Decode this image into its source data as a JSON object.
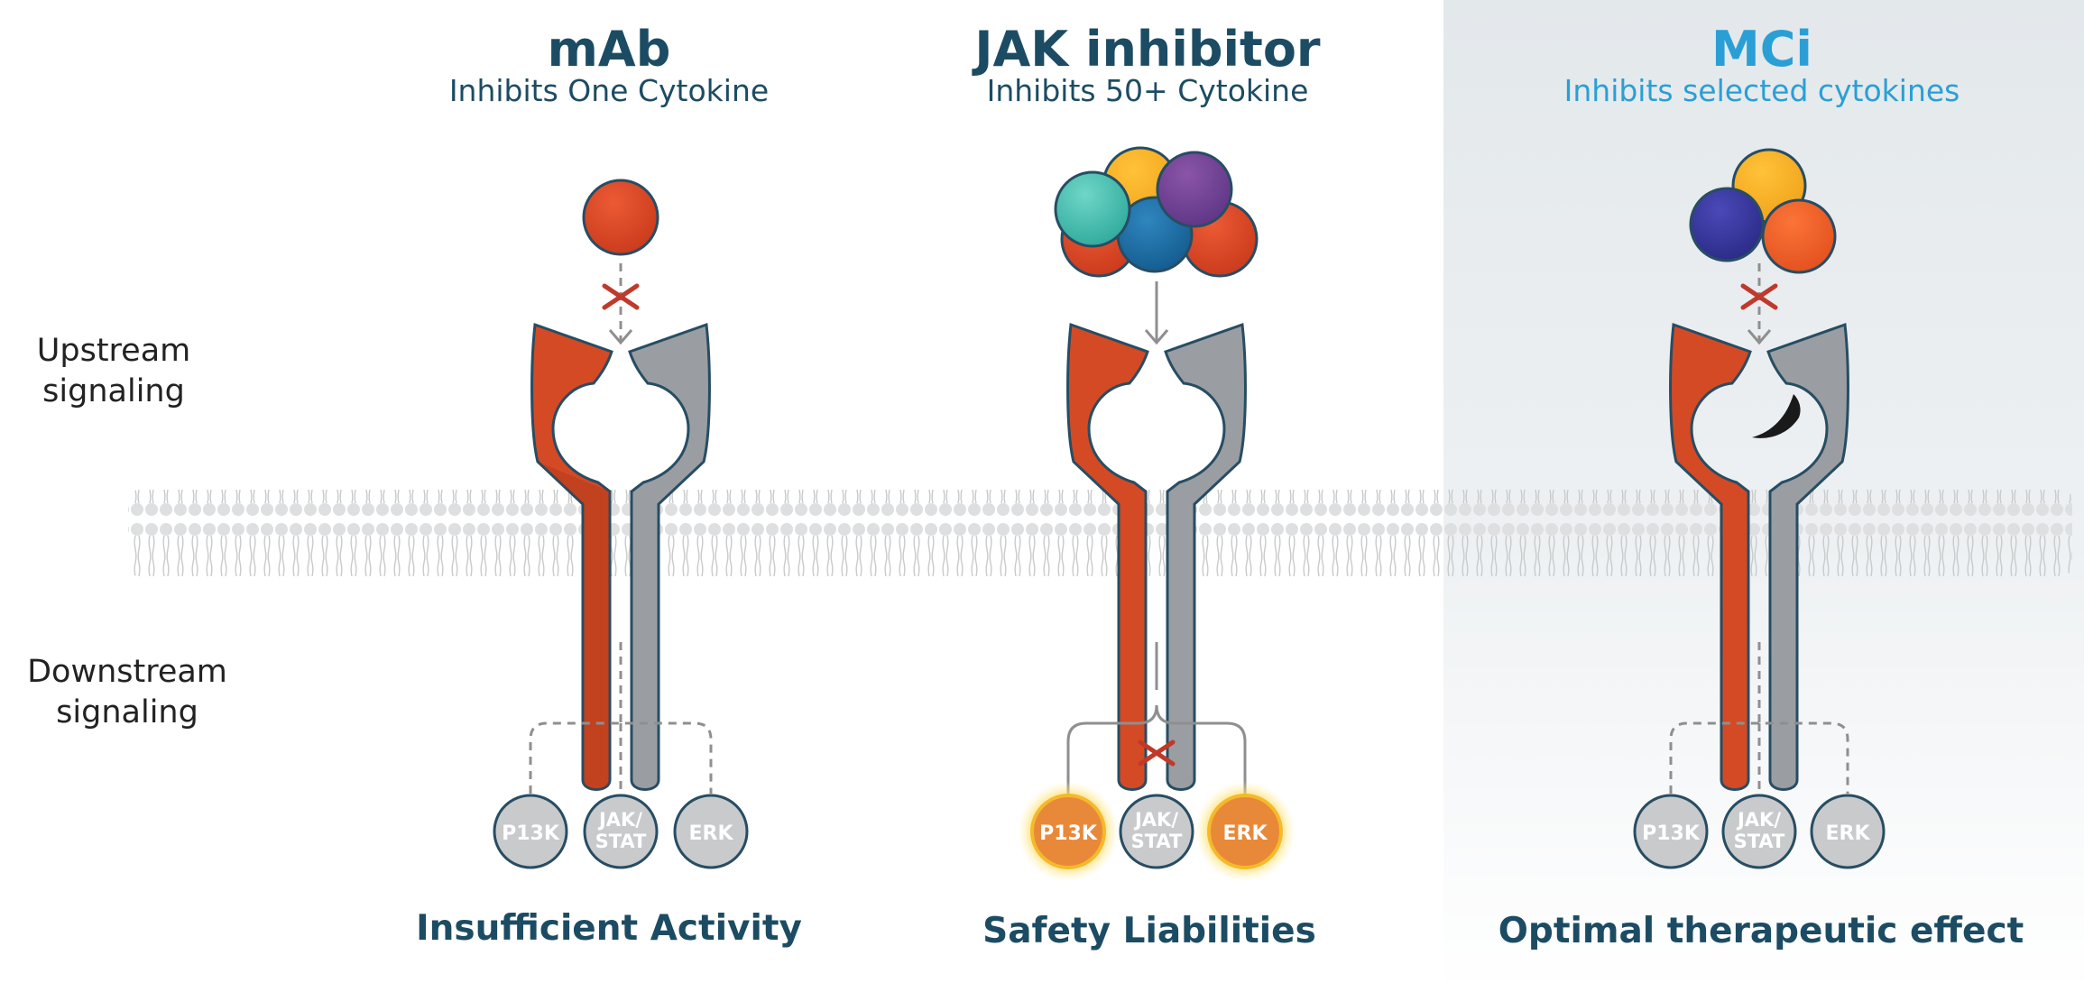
{
  "colors": {
    "title": "#1c4c63",
    "mci_accent": "#2a9fd6",
    "receptor_red": "#d44a25",
    "receptor_grey": "#9a9ea3",
    "outline": "#274d63",
    "pill_grey": "#c8cacc",
    "pill_active": "#e8893a",
    "blocked": "#c0392b"
  },
  "side_labels": {
    "upstream_line1": "Upstream",
    "upstream_line2": "signaling",
    "downstream_line1": "Downstream",
    "downstream_line2": "signaling"
  },
  "panels": [
    {
      "title": "mAb",
      "subtitle": "Inhibits One Cytokine",
      "outcome": "Insufficient Activity",
      "upstream_blocked": true,
      "downstream_blocked": false,
      "pathways": [
        {
          "line1": "P13K",
          "line2": "",
          "active": false
        },
        {
          "line1": "JAK/",
          "line2": "STAT",
          "active": false
        },
        {
          "line1": "ERK",
          "line2": "",
          "active": false
        }
      ]
    },
    {
      "title": "JAK inhibitor",
      "subtitle": "Inhibits 50+ Cytokine",
      "outcome": "Safety Liabilities",
      "upstream_blocked": false,
      "downstream_blocked": true,
      "pathways": [
        {
          "line1": "P13K",
          "line2": "",
          "active": true
        },
        {
          "line1": "JAK/",
          "line2": "STAT",
          "active": false
        },
        {
          "line1": "ERK",
          "line2": "",
          "active": true
        }
      ]
    },
    {
      "title": "MCi",
      "subtitle": "Inhibits selected cytokines",
      "outcome": "Optimal therapeutic effect",
      "upstream_blocked": true,
      "downstream_blocked": false,
      "pathways": [
        {
          "line1": "P13K",
          "line2": "",
          "active": false
        },
        {
          "line1": "JAK/",
          "line2": "STAT",
          "active": false
        },
        {
          "line1": "ERK",
          "line2": "",
          "active": false
        }
      ]
    }
  ]
}
